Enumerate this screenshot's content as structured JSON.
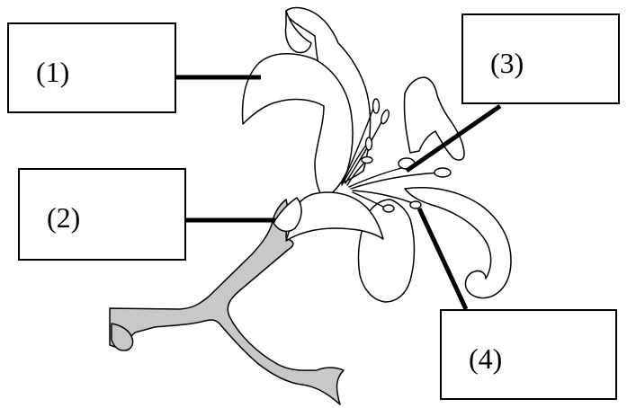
{
  "labels": {
    "label_1": "(1)",
    "label_2": "(2)",
    "label_3": "(3)",
    "label_4": "(4)"
  },
  "colors": {
    "outline": "#000000",
    "stem_fill": "#c8c8c8",
    "background": "#ffffff"
  }
}
